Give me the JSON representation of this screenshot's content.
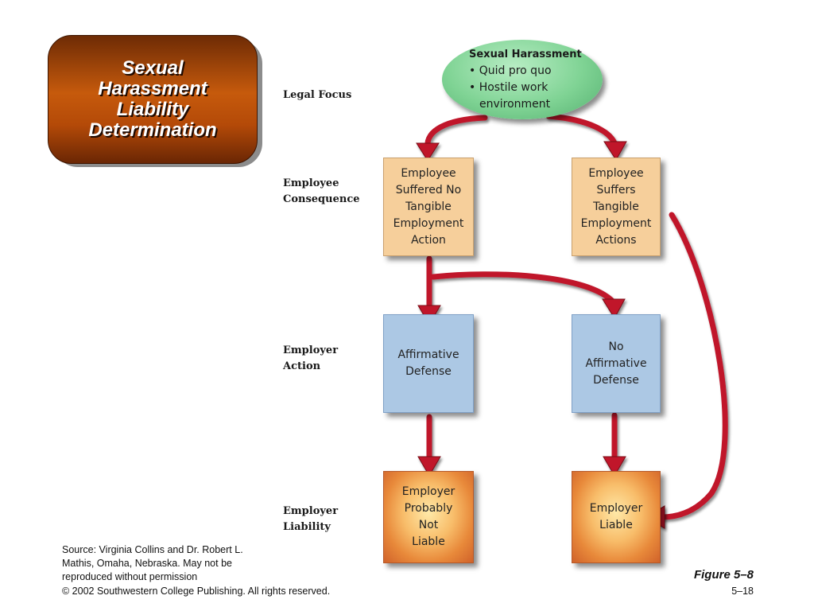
{
  "title": {
    "lines": [
      "Sexual",
      "Harassment",
      "Liability",
      "Determination"
    ]
  },
  "row_labels": {
    "legal_focus": [
      "Legal Focus"
    ],
    "employee_consequence": [
      "Employee",
      "Consequence"
    ],
    "employer_action": [
      "Employer",
      "Action"
    ],
    "employer_liability": [
      "Employer",
      "Liability"
    ]
  },
  "oval": {
    "title": "Sexual Harassment",
    "bullets": [
      "• Quid pro quo",
      "• Hostile work",
      "environment"
    ]
  },
  "boxes": {
    "no_tangible": [
      "Employee",
      "Suffered No",
      "Tangible",
      "Employment",
      "Action"
    ],
    "tangible": [
      "Employee",
      "Suffers",
      "Tangible",
      "Employment",
      "Actions"
    ],
    "affirmative": [
      "Affirmative",
      "Defense"
    ],
    "no_affirmative": [
      "No",
      "Affirmative",
      "Defense"
    ],
    "probably_not_liable": [
      "Employer",
      "Probably",
      "Not",
      "Liable"
    ],
    "liable": [
      "Employer",
      "Liable"
    ]
  },
  "colors": {
    "arrow": "#c0142a",
    "title_bg": "#c65a0c",
    "oval": "#7fd394",
    "tan": "#f6cf9b",
    "blue": "#acc8e4",
    "orange": "#f8bd6a"
  },
  "footer": {
    "source_lines": [
      "Source: Virginia Collins and Dr. Robert L.",
      "Mathis, Omaha, Nebraska. May not be",
      "reproduced without permission"
    ],
    "copyright": "© 2002 Southwestern College Publishing. All rights reserved.",
    "figure": "Figure 5–8",
    "page": "5–18"
  }
}
